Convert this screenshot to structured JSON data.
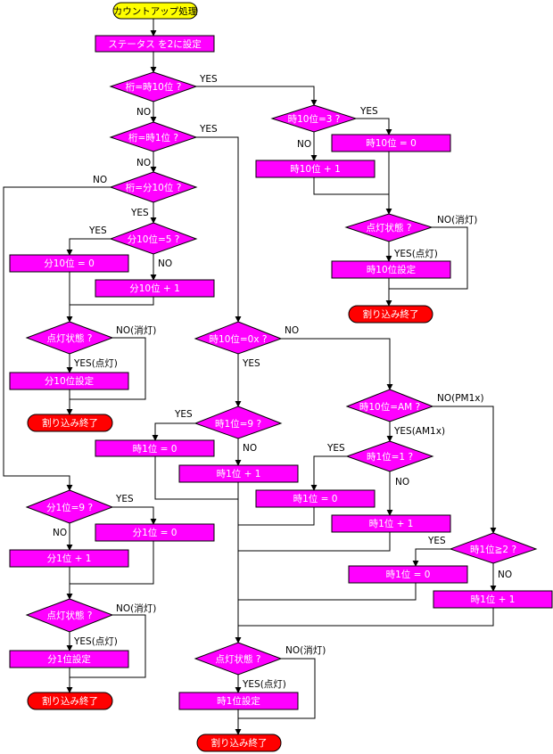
{
  "colors": {
    "process": "#ff00ff",
    "start": "#ffff00",
    "end": "#ff0000",
    "line": "#000000",
    "label_light": "#ffffff",
    "label_dark": "#000000"
  },
  "nodes": {
    "start": "カウントアップ処理",
    "set_status": "ステータス を2に設定",
    "q_col_h10": "桁=時10位 ?",
    "q_col_h1": "桁=時1位 ?",
    "q_col_m10": "桁=分10位 ?",
    "q_m10_5": "分10位=5 ?",
    "m10_zero": "分10位 = 0",
    "m10_inc": "分10位 + 1",
    "q_lit_m10": "点灯状態 ?",
    "m10_set": "分10位設定",
    "end_m10": "割り込み終了",
    "q_m1_9": "分1位=9 ?",
    "m1_zero": "分1位 = 0",
    "m1_inc": "分1位 + 1",
    "q_lit_m1": "点灯状態 ?",
    "m1_set": "分1位設定",
    "end_m1": "割り込み終了",
    "q_h10_3": "時10位=3 ?",
    "h10_zero": "時10位 = 0",
    "h10_inc": "時10位 + 1",
    "q_lit_h10": "点灯状態 ?",
    "h10_set": "時10位設定",
    "end_h10": "割り込み終了",
    "q_h10_0x": "時10位=0x ?",
    "q_h1_9": "時1位=9 ?",
    "h1_zero_a": "時1位 = 0",
    "h1_inc_a": "時1位 + 1",
    "q_h10_am": "時10位=AM ?",
    "q_h1_1": "時1位=1 ?",
    "h1_zero_b": "時1位 = 0",
    "h1_inc_b": "時1位 + 1",
    "q_h1_2": "時1位≧2 ?",
    "h1_zero_c": "時1位 = 0",
    "h1_inc_c": "時1位 + 1",
    "q_lit_h1": "点灯状態 ?",
    "h1_set": "時1位設定",
    "end_h1": "割り込み終了"
  },
  "edges": {
    "yes": "YES",
    "no": "NO",
    "no_off": "NO(消灯)",
    "yes_on": "YES(点灯)",
    "no_pm": "NO(PM1x)",
    "yes_am": "YES(AM1x)"
  }
}
